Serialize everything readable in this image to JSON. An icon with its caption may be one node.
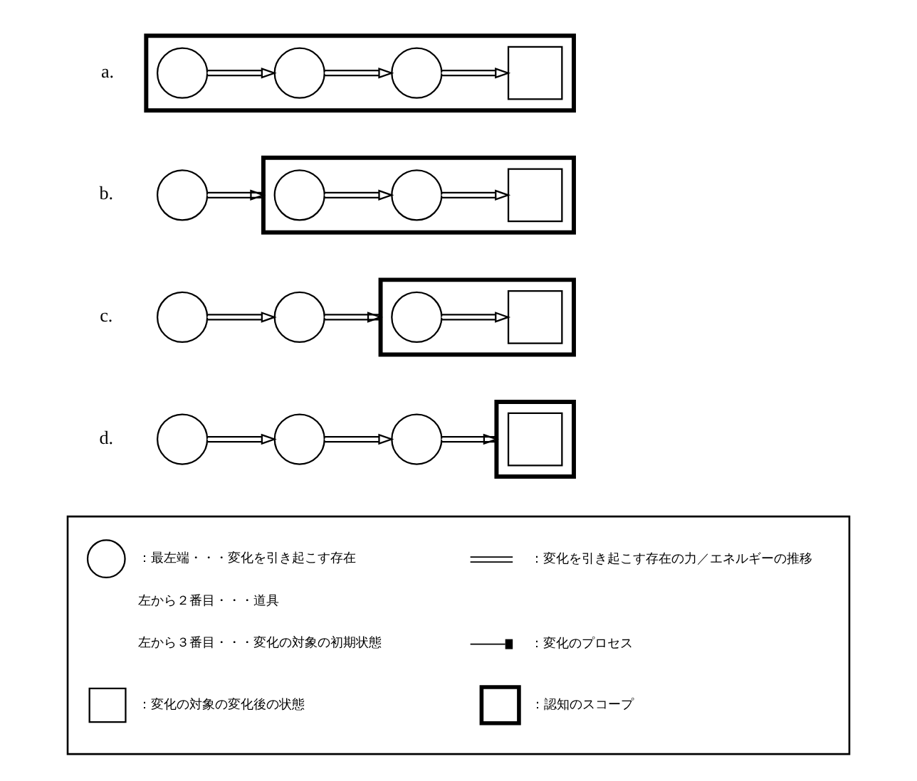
{
  "diagram": {
    "nodes": [
      {
        "text": [],
        "shape": "box"
      },
      {
        "text": [],
        "shape": "circle",
        "in": 0
      },
      {
        "text": [],
        "shape": "circle",
        "in": 0
      },
      {
        "text": [],
        "shape": "circle",
        "in": 0
      },
      {
        "text": [],
        "shape": "box",
        "in": 0
      },
      {
        "text": [],
        "shape": "circle"
      },
      {
        "text": [],
        "shape": "box"
      },
      {
        "text": [],
        "shape": "circle",
        "in": 6
      },
      {
        "text": [],
        "shape": "circle",
        "in": 6
      },
      {
        "text": [],
        "shape": "box",
        "in": 6
      },
      {
        "text": [],
        "shape": "circle"
      },
      {
        "text": [],
        "shape": "circle"
      },
      {
        "text": [],
        "shape": "box"
      },
      {
        "text": [],
        "shape": "circle",
        "in": 12
      },
      {
        "text": [],
        "shape": "box",
        "in": 12
      },
      {
        "text": [],
        "shape": "circle"
      },
      {
        "text": [],
        "shape": "circle"
      },
      {
        "text": [],
        "shape": "circle"
      },
      {
        "text": [],
        "shape": "box"
      },
      {
        "text": [],
        "shape": "box",
        "in": 18
      },
      {
        "text": [],
        "shape": "box"
      },
      {
        "text": [],
        "shape": "circle",
        "in": 20
      },
      {
        "text": [],
        "shape": "box",
        "in": 20
      },
      {
        "text": [],
        "shape": "box",
        "in": 20
      }
    ],
    "edges": [
      {
        "from": 1,
        "to": 2,
        "arrow": "to"
      },
      {
        "from": 2,
        "to": 3,
        "arrow": "to"
      },
      {
        "from": 3,
        "to": 4,
        "arrow": "to"
      },
      {
        "from": 5,
        "to": 6,
        "arrow": "to"
      },
      {
        "from": 7,
        "to": 8,
        "arrow": "to"
      },
      {
        "from": 8,
        "to": 9,
        "arrow": "to"
      },
      {
        "from": 10,
        "to": 11,
        "arrow": "to"
      },
      {
        "from": 11,
        "to": 12,
        "arrow": "to"
      },
      {
        "from": 13,
        "to": 14,
        "arrow": "to"
      },
      {
        "from": 15,
        "to": 16,
        "arrow": "to"
      },
      {
        "from": 16,
        "to": 17,
        "arrow": "to"
      },
      {
        "from": 17,
        "to": 18,
        "arrow": "to"
      }
    ],
    "labels": [
      "a.",
      "b.",
      "c.",
      "d."
    ],
    "legend": [
      {
        "text": "：最左端・・・変化を引き起こす存在"
      },
      {
        "text": "左から２番目・・・道具"
      },
      {
        "text": "左から３番目・・・変化の対象の初期状態"
      },
      {
        "text": "：変化の対象の変化後の状態"
      },
      {
        "text": "：変化を引き起こす存在の力／エネルギーの推移"
      },
      {
        "text": "：変化のプロセス"
      },
      {
        "text": "：認知のスコープ"
      }
    ]
  }
}
